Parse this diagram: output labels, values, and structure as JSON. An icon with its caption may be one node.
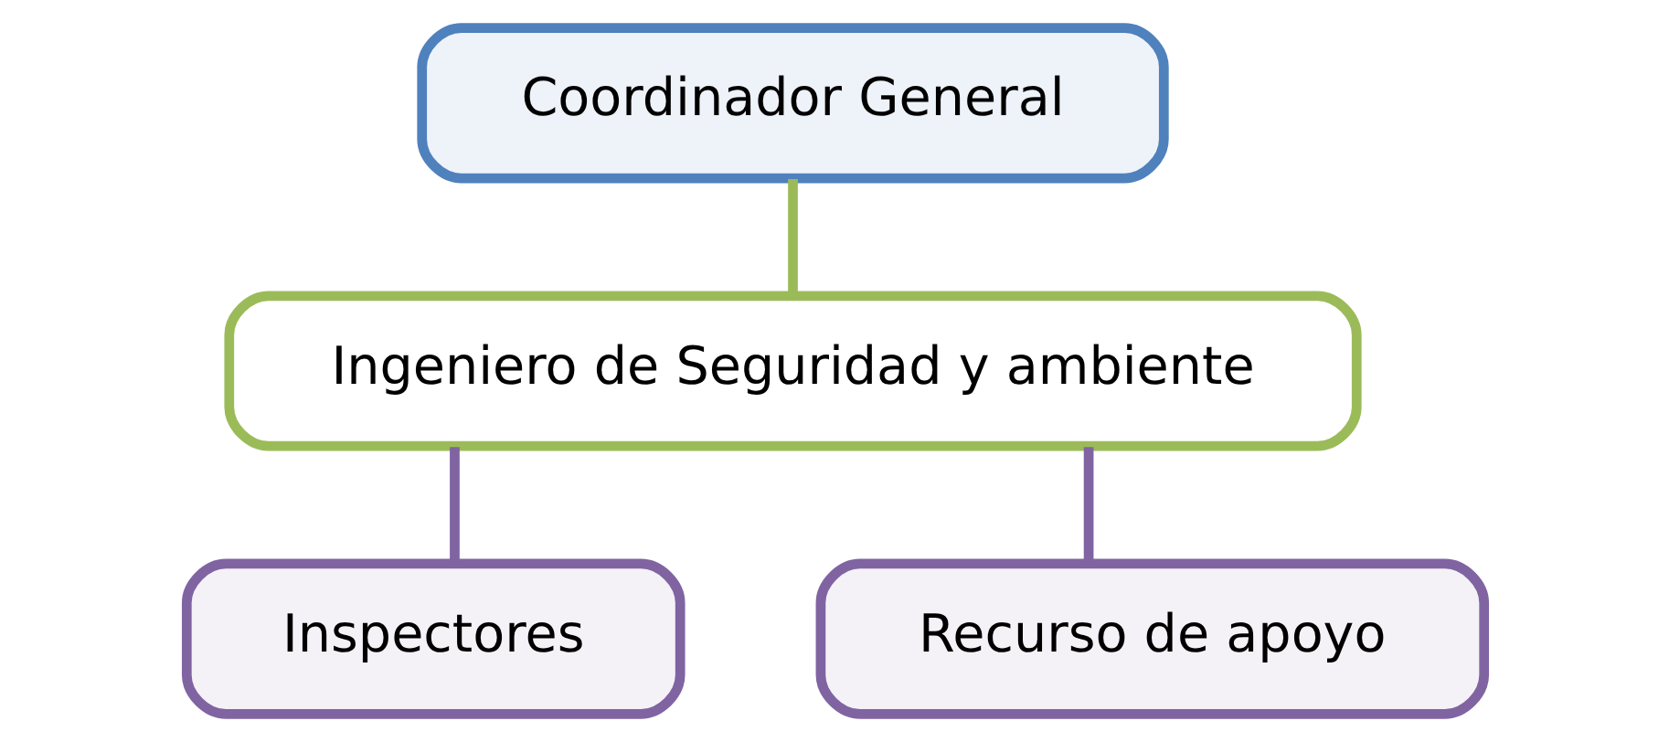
{
  "diagram": {
    "nodes": [
      {
        "text": [
          "Coordinador General"
        ]
      },
      {
        "text": [
          "Ingeniero de Seguridad y ambiente"
        ]
      },
      {
        "text": [
          "Inspectores"
        ]
      },
      {
        "text": [
          "Recurso de apoyo"
        ]
      }
    ],
    "edges": [
      {
        "from": 0,
        "to": 1,
        "arrow": "none",
        "color": "#9bbb59"
      },
      {
        "from": 1,
        "to": 2,
        "arrow": "none",
        "color": "#8064a2"
      },
      {
        "from": 1,
        "to": 3,
        "arrow": "none",
        "color": "#8064a2"
      }
    ]
  }
}
